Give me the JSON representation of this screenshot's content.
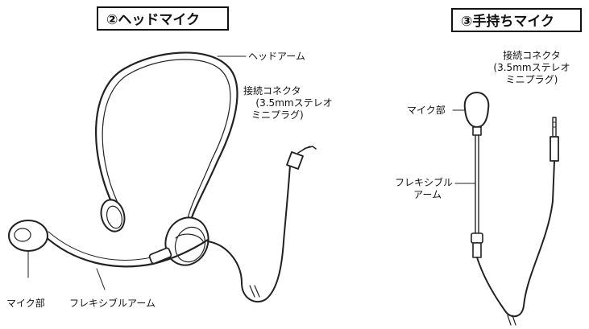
{
  "headset": {
    "title": "②ヘッドマイク",
    "labels": {
      "head_arm": "ヘッドアーム",
      "connector_line1": "接続コネクタ",
      "connector_line2": "(3.5mmステレオ",
      "connector_line3": "ミニプラグ)",
      "mic": "マイク部",
      "flex_arm": "フレキシブルアーム"
    }
  },
  "handheld": {
    "title": "③手持ちマイク",
    "labels": {
      "connector_line1": "接続コネクタ",
      "connector_line2": "(3.5mmステレオ",
      "connector_line3": "ミニプラグ)",
      "mic": "マイク部",
      "flex_line1": "フレキシブル",
      "flex_line2": "アーム"
    }
  }
}
